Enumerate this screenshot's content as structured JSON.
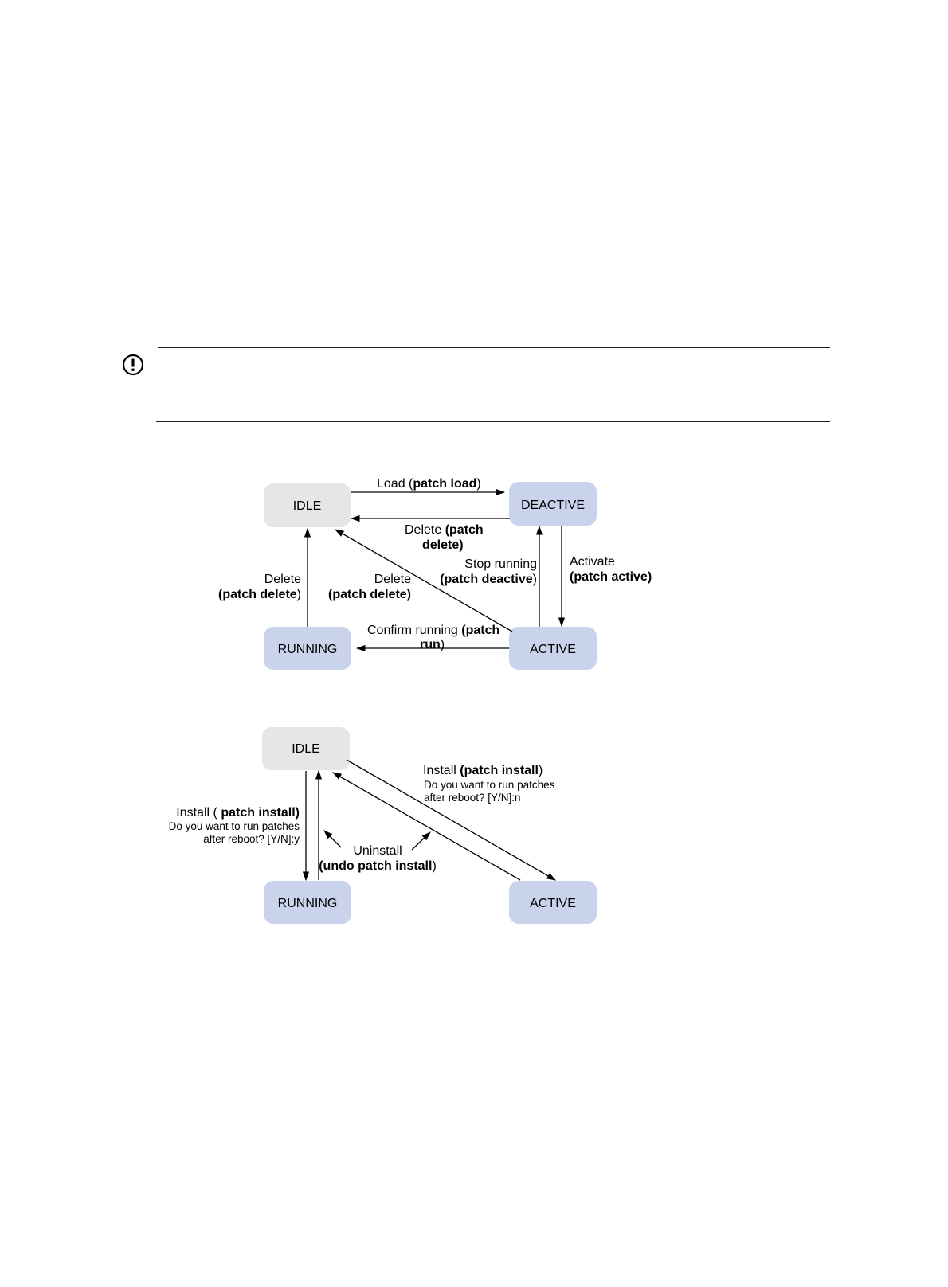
{
  "colors": {
    "idle": "#e6e6e6",
    "state": "#c9d4ec",
    "line": "#000000"
  },
  "icons": {
    "caution": "exclamation-circle-icon"
  },
  "diagram1": {
    "states": {
      "idle": "IDLE",
      "deactive": "DEACTIVE",
      "running": "RUNNING",
      "active": "ACTIVE"
    },
    "load": {
      "text": "Load  (",
      "cmd": "patch load",
      "close": ")"
    },
    "delete_from_deactive": {
      "text": "Delete ",
      "cmd1": "(patch",
      "cmd2": "delete",
      "close": ")"
    },
    "activate": {
      "text": "Activate",
      "open": "(",
      "cmd": "patch active",
      "close": ")"
    },
    "stop_running": {
      "text": "Stop running",
      "open": "(",
      "cmd": "patch deactive",
      "close": ")"
    },
    "delete_from_active": {
      "text": "Delete",
      "open": "(",
      "cmd": "patch delete",
      "close": ")"
    },
    "delete_from_running": {
      "text": "Delete",
      "open": "(",
      "cmd": "patch delete",
      "close": ")"
    },
    "confirm_running": {
      "text": "Confirm running ",
      "cmd1": "(patch",
      "cmd2": "run",
      "close": ")"
    }
  },
  "diagram2": {
    "states": {
      "idle": "IDLE",
      "running": "RUNNING",
      "active": "ACTIVE"
    },
    "install_running": {
      "text": "Install ( ",
      "cmd": "patch install",
      "close": ")",
      "prompt1": "Do you want to run  patches",
      "prompt2": "after  reboot? [Y/N]:y"
    },
    "install_active": {
      "text": "Install ",
      "cmd": "(patch install",
      "close": ")",
      "prompt1": "Do you want to run patches",
      "prompt2": "after reboot? [Y/N]:n"
    },
    "uninstall": {
      "text": "Uninstall",
      "open": "(",
      "cmd": "undo patch install",
      "close": ")"
    }
  }
}
